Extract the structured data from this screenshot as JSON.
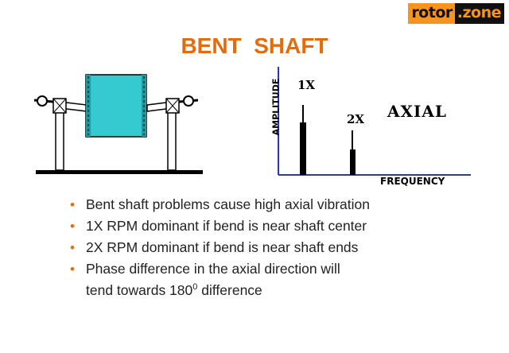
{
  "logo": {
    "part1": "rotor",
    "part2": ".zone"
  },
  "title": "BENT  SHAFT",
  "spectrum": {
    "peak_1x_label": "1X",
    "peak_2x_label": "2X",
    "direction_label": "AXIAL",
    "x_axis_label": "FREQUENCY",
    "y_axis_label": "AMPLITUDE"
  },
  "bullets": [
    {
      "text": "Bent shaft problems cause high axial vibration"
    },
    {
      "text": "1X RPM dominant if bend is near shaft center"
    },
    {
      "text": "2X RPM dominant if bend is near shaft ends"
    },
    {
      "text": "Phase difference in the axial direction will",
      "line2_prefix": "tend towards 180",
      "line2_sup": "0",
      "line2_suffix": " difference"
    }
  ],
  "colors": {
    "accent": "#e46c0a",
    "rotor": "#35c9d0",
    "logo_orange": "#f7941d"
  }
}
